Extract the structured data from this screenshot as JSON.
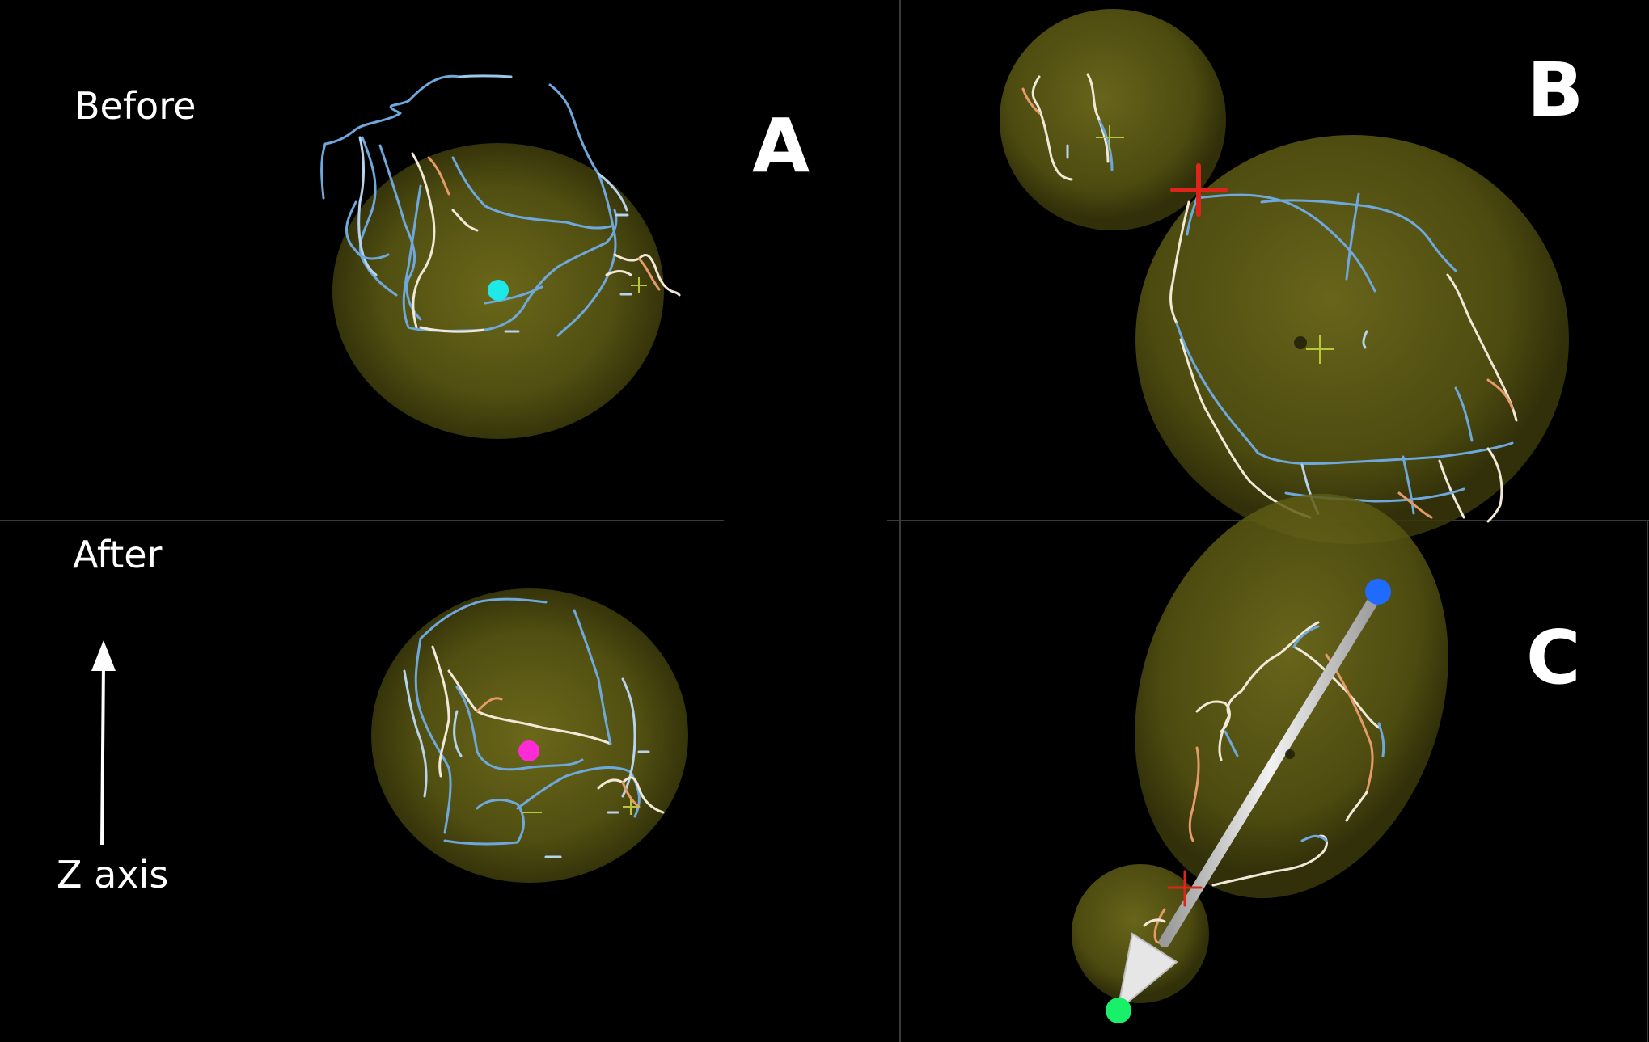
{
  "labels": {
    "before": "Before",
    "after": "After",
    "z_axis": "Z axis",
    "panel_a": "A",
    "panel_b": "B",
    "panel_c": "C"
  },
  "colors": {
    "background": "#000000",
    "cell_fill": "#8a8a2a",
    "trace_blue": "#6fa8dc",
    "trace_white": "#f2e8d8",
    "trace_orange": "#e69a6a",
    "marker_cyan": "#1de9e9",
    "marker_magenta": "#ff2bd6",
    "marker_blue": "#1f6bff",
    "marker_green": "#18f06a",
    "cross_red": "#e0241c",
    "cross_yellow": "#b9c83a",
    "arrow_white": "#e6e6e6"
  },
  "icons": {
    "up_arrow": "up-arrow-icon",
    "vector_arrow": "division-axis-arrow-icon"
  }
}
